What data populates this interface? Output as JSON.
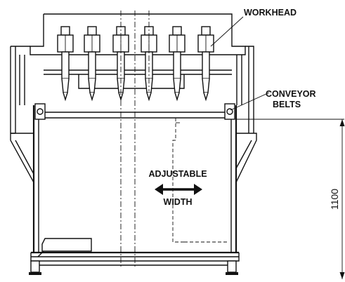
{
  "labels": {
    "workhead": "WORKHEAD",
    "conveyor_line1": "CONVEYOR",
    "conveyor_line2": "BELTS",
    "adjustable": "ADJUSTABLE",
    "width": "WIDTH",
    "height_dimension": "1100"
  },
  "colors": {
    "ink": "#111111",
    "background": "#ffffff"
  },
  "icons": {
    "width_arrow": "double-headed-arrow-icon"
  }
}
